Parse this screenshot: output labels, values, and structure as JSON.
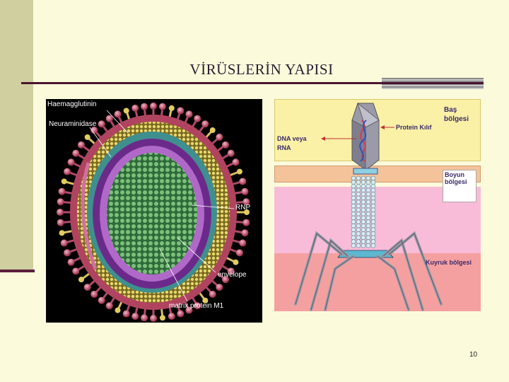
{
  "slide": {
    "title": "VİRÜSLERİN YAPISI",
    "page_number": "10"
  },
  "virus_figure": {
    "labels": {
      "haemagglutinin": "Haemagglutinin",
      "neuraminidase": "Neuraminidase",
      "rnp": "RNP",
      "envelope": "envelope",
      "matrix_protein": "matrix protein M1"
    }
  },
  "phage_figure": {
    "labels": {
      "head_region_line1": "Baş",
      "head_region_line2": "bölgesi",
      "protein_coat": "Protein Kılıf",
      "dna_or": "DNA veya",
      "rna": "RNA",
      "neck_region_line1": "Boyun",
      "neck_region_line2": "bölgesi",
      "tail_region": "Kuyruk bölgesi"
    }
  },
  "colors": {
    "background": "#fbfbdc",
    "title_rule": "#4a1530",
    "label_text": "#3a2a6a"
  }
}
